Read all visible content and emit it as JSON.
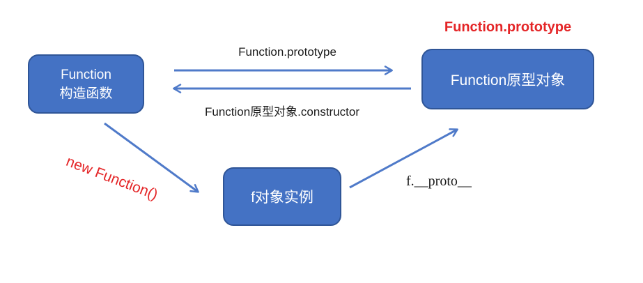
{
  "colors": {
    "background": "#ffffff",
    "node_fill": "#4472c4",
    "node_border": "#2f5597",
    "node_text": "#ffffff",
    "arrow_blue": "#4f7ac9",
    "label_black": "#1b1b1b",
    "accent_red": "#e42527"
  },
  "nodes": {
    "constructor": {
      "line1": "Function",
      "line2": "构造函数"
    },
    "prototype_object": {
      "label": "Function原型对象",
      "heading": "Function.prototype"
    },
    "instance": {
      "label": "f对象实例"
    }
  },
  "edges": {
    "prototype": {
      "label": "Function.prototype"
    },
    "constructor": {
      "label": "Function原型对象.constructor"
    },
    "new_function": {
      "label": "new Function()"
    },
    "proto": {
      "label": "f.__proto__"
    }
  },
  "icons": {
    "arrowhead": "chevron-arrowhead"
  }
}
